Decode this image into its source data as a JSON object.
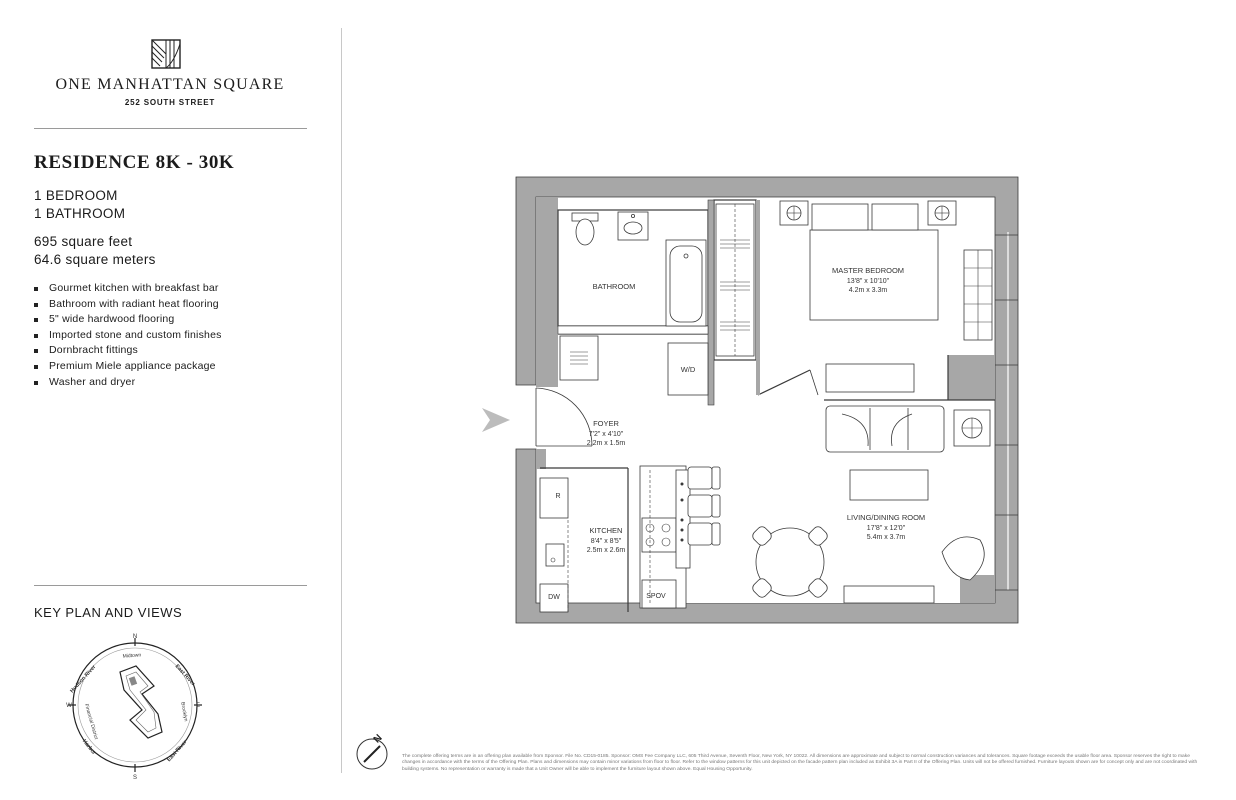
{
  "brand": {
    "name": "ONE MANHATTAN SQUARE",
    "address": "252 SOUTH STREET"
  },
  "residence": {
    "title": "RESIDENCE 8K - 30K",
    "bedrooms": "1 BEDROOM",
    "bathrooms": "1 BATHROOM",
    "area_feet": "695 square feet",
    "area_meters": "64.6 square meters"
  },
  "features": [
    "Gourmet kitchen with breakfast bar",
    "Bathroom with radiant heat flooring",
    "5\" wide hardwood flooring",
    "Imported stone and custom finishes",
    "Dornbracht fittings",
    "Premium Miele appliance package",
    "Washer and dryer"
  ],
  "key_plan": {
    "title": "KEY PLAN AND VIEWS",
    "compass": {
      "n": "N",
      "s": "S",
      "e": "E",
      "w": "W"
    },
    "views": {
      "hudson_river": "Hudson River",
      "east_river_top": "East River",
      "midtown": "Midtown",
      "brooklyn": "Brooklyn",
      "financial_district": "Financial District",
      "harbor": "Harbor",
      "east_river_bottom": "East River"
    }
  },
  "rooms": {
    "bathroom": {
      "name": "BATHROOM"
    },
    "wd": {
      "name": "W/D"
    },
    "master_bedroom": {
      "name": "MASTER BEDROOM",
      "dim_ft": "13'8\" x 10'10\"",
      "dim_m": "4.2m x 3.3m"
    },
    "foyer": {
      "name": "FOYER",
      "dim_ft": "7'2\" x 4'10\"",
      "dim_m": "2.2m x 1.5m"
    },
    "kitchen": {
      "name": "KITCHEN",
      "dim_ft": "8'4\" x 8'5\"",
      "dim_m": "2.5m x 2.6m"
    },
    "living": {
      "name": "LIVING/DINING ROOM",
      "dim_ft": "17'8\" x 12'0\"",
      "dim_m": "5.4m x 3.7m"
    }
  },
  "appliances": {
    "r": "R",
    "dw": "DW",
    "spov": "SPOV"
  },
  "north_label": "N",
  "disclaimer": "The complete offering terms are in an offering plan available from Sponsor. File No. CD15-0185. Sponsor: OMS Fee Company LLC, 605 Third Avenue, Seventh Floor, New York, NY 10022. All dimensions are approximate and subject to normal construction variances and tolerances. Square footage exceeds the usable floor area. Sponsor reserves the right to make changes in accordance with the terms of the Offering Plan. Plans and dimensions may contain minor variations from floor to floor. Refer to the window patterns for this unit depicted on the facade pattern plan included as Exhibit 3A in Part II of the Offering Plan. Units will not be offered furnished. Furniture layouts shown are for concept only and are not coordinated with building systems. No representation or warranty is made that a Unit Owner will be able to implement the furniture layout shown above. Equal Housing Opportunity.",
  "colors": {
    "wall": "#a7a7a7",
    "line": "#3a3a3a",
    "text": "#1b1b1b"
  }
}
